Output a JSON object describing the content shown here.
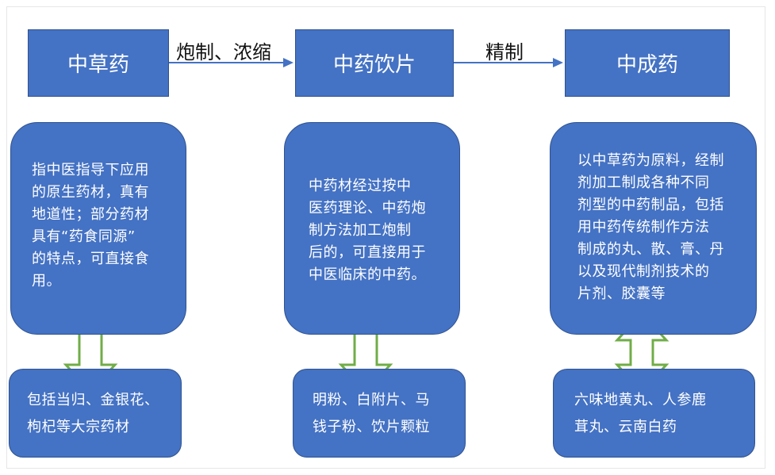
{
  "stages": [
    {
      "label": "中草药"
    },
    {
      "label": "中药饮片"
    },
    {
      "label": "中成药"
    }
  ],
  "transitions": [
    {
      "label": "炮制、浓缩"
    },
    {
      "label": "精制"
    }
  ],
  "descriptions": [
    {
      "text": "指中医指导下应用\n的原生药材，真有\n地道性；部分药材\n具有“药食同源”\n的特点，可直接食\n用。"
    },
    {
      "text": "中药材经过按中\n医药理论、中药炮\n制方法加工炮制\n后的，可直接用于\n中医临床的中药。"
    },
    {
      "text": "以中草药为原料，经制\n剂加工制成各种不同\n剂型的中药制品，包括\n用中药传统制作方法\n制成的丸、散、膏、丹\n以及现代制剂技术的\n片剂、胶囊等"
    }
  ],
  "examples": [
    {
      "text": "包括当归、金银花、\n枸杞等大宗药材"
    },
    {
      "text": "明粉、白附片、马\n钱子粉、饮片颗粒"
    },
    {
      "text": "六味地黄丸、人参鹿\n茸丸、云南白药"
    }
  ],
  "colors": {
    "box_fill": "#4472c4",
    "box_border": "#2f528f",
    "arrow_line": "#4472c4",
    "double_arrow_fill": "#ffffff",
    "double_arrow_stroke": "#70ad47"
  }
}
